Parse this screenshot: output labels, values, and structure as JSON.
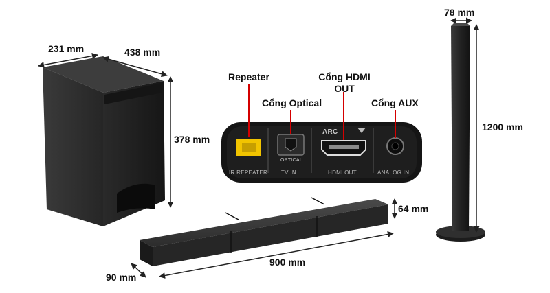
{
  "dimensions": {
    "sub_depth": "231 mm",
    "sub_width": "438 mm",
    "sub_height": "378 mm",
    "speaker_width": "78 mm",
    "speaker_height": "1200 mm",
    "bar_height": "64 mm",
    "bar_length": "900 mm",
    "bar_depth": "90 mm"
  },
  "callouts": {
    "repeater": "Repeater",
    "optical": "Cổng Optical",
    "hdmi": "Cổng HDMI\nOUT",
    "aux": "Cổng AUX"
  },
  "panel": {
    "ports": [
      {
        "label": "IR REPEATER"
      },
      {
        "label": "TV IN",
        "sub": "OPTICAL"
      },
      {
        "label": "HDMI OUT",
        "sub": "ARC"
      },
      {
        "label": "ANALOG IN"
      }
    ]
  },
  "colors": {
    "device": "#1c1c1c",
    "panel": "#151515",
    "arrow": "#222222",
    "repeater_port": "#f2c400",
    "callout_line": "#d40000"
  }
}
